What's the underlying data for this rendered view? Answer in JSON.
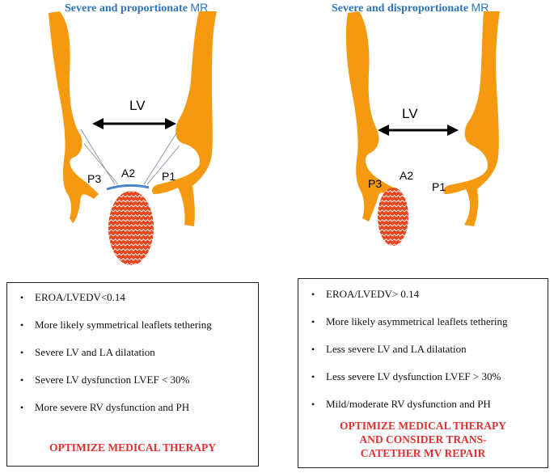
{
  "panels": {
    "left": {
      "title_main": "Severe and proportionate ",
      "title_mr": "MR",
      "lv_label": "LV",
      "leaflets": {
        "p3": "P3",
        "a2": "A2",
        "p1": "P1"
      },
      "bullets": [
        "EROA/LVEDV<0.14",
        "More likely symmetrical leaflets tethering",
        "Severe LV and LA dilatation",
        "Severe LV dysfunction LVEF < 30%",
        "More severe RV dysfunction and PH"
      ],
      "conclusion": "OPTIMIZE MEDICAL THERAPY"
    },
    "right": {
      "title_main": "Severe and disproportionate ",
      "title_mr": "MR",
      "lv_label": "LV",
      "leaflets": {
        "p3": "P3",
        "a2": "A2",
        "p1": "P1"
      },
      "bullets": [
        "EROA/LVEDV> 0.14",
        "More likely asymmetrical leaflets tethering",
        "Less severe LV and LA dilatation",
        "Less severe LV dysfunction LVEF > 30%",
        "Mild/moderate RV dysfunction and PH"
      ],
      "conclusion_lines": [
        "OPTIMIZE MEDICAL THERAPY",
        "AND CONSIDER TRANS-",
        "CATETHER MV REPAIR"
      ]
    }
  },
  "colors": {
    "wall": "#f59a10",
    "jet": "#e8461e",
    "title": "#2e74b5",
    "conclusion": "#e03030",
    "leaflet_line": "#4a86c8"
  }
}
